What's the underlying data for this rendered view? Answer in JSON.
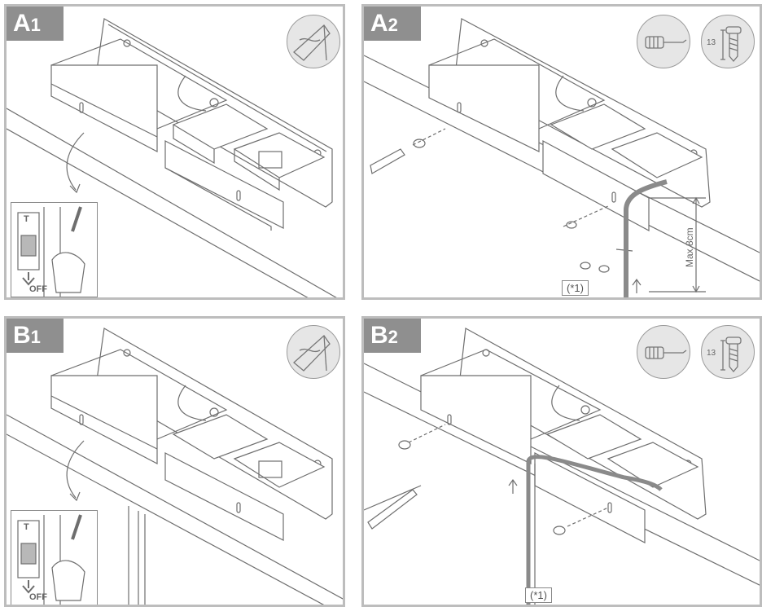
{
  "panels": [
    {
      "id": "A1",
      "letter": "A",
      "number": "1",
      "icons": [
        "wall-texture-icon"
      ],
      "has_switch_inset": true
    },
    {
      "id": "A2",
      "letter": "A",
      "number": "2",
      "icons": [
        "screwdriver-icon",
        "screw-icon"
      ],
      "screw_size": "13",
      "measure": "Max.8cm",
      "note": "(*1)"
    },
    {
      "id": "B1",
      "letter": "B",
      "number": "1",
      "icons": [
        "wall-texture-icon"
      ],
      "has_switch_inset": true
    },
    {
      "id": "B2",
      "letter": "B",
      "number": "2",
      "icons": [
        "screwdriver-icon",
        "screw-icon"
      ],
      "screw_size": "13",
      "note": "(*1)"
    }
  ],
  "switch_inset": {
    "breaker_label": "T",
    "off_label": "OFF"
  },
  "colors": {
    "panel_border": "#bdbdbd",
    "tag_bg": "#8f8f8f",
    "line": "#6e6e6e",
    "cable": "#8a8a8a"
  }
}
